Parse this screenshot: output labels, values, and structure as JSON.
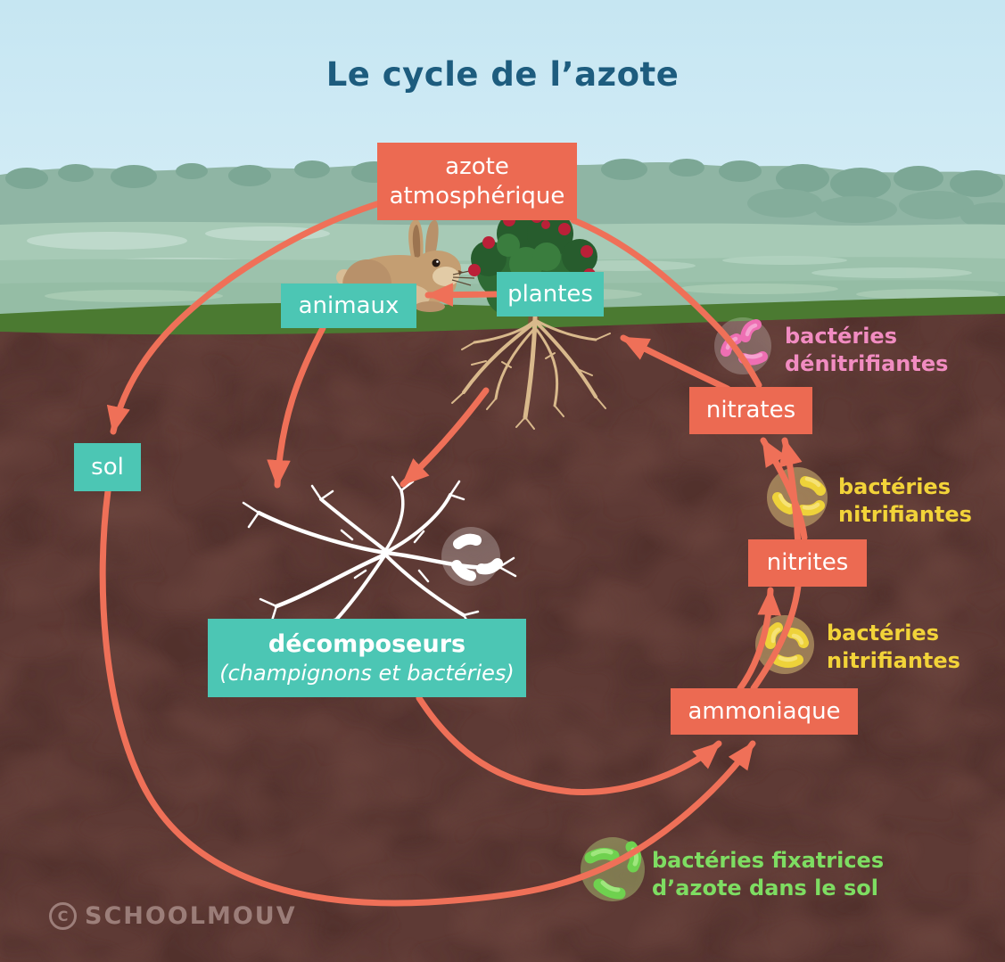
{
  "title": "Le cycle de l’azote",
  "boxes": {
    "azote": {
      "line1": "azote",
      "line2": "atmosphérique"
    },
    "animaux": {
      "label": "animaux"
    },
    "plantes": {
      "label": "plantes"
    },
    "sol": {
      "label": "sol"
    },
    "decomposeurs": {
      "line1": "décomposeurs",
      "line2": "(champignons et bactéries)"
    },
    "nitrates": {
      "label": "nitrates"
    },
    "nitrites": {
      "label": "nitrites"
    },
    "ammoniaque": {
      "label": "ammoniaque"
    }
  },
  "bacteria_labels": {
    "denitrifiantes": {
      "line1": "bactéries",
      "line2": "dénitrifiantes"
    },
    "nitrifiantes_haut": {
      "line1": "bactéries",
      "line2": "nitrifiantes"
    },
    "nitrifiantes_bas": {
      "line1": "bactéries",
      "line2": "nitrifiantes"
    },
    "fixatrices": {
      "line1": "bactéries fixatrices",
      "line2": "d’azote dans le sol"
    }
  },
  "edges": [
    {
      "from": "azote atmosphérique",
      "to": "sol"
    },
    {
      "from": "sol",
      "to": "ammoniaque",
      "via": "bactéries fixatrices d’azote dans le sol"
    },
    {
      "from": "plantes",
      "to": "animaux"
    },
    {
      "from": "animaux",
      "to": "décomposeurs"
    },
    {
      "from": "plantes",
      "to": "décomposeurs"
    },
    {
      "from": "décomposeurs",
      "to": "ammoniaque"
    },
    {
      "from": "ammoniaque",
      "to": "nitrites",
      "via": "bactéries nitrifiantes"
    },
    {
      "from": "ammoniaque",
      "to": "nitrates",
      "via": "bactéries nitrifiantes"
    },
    {
      "from": "nitrites",
      "to": "nitrates",
      "via": "bactéries nitrifiantes"
    },
    {
      "from": "nitrates",
      "to": "plantes"
    },
    {
      "from": "nitrates",
      "to": "azote atmosphérique",
      "via": "bactéries dénitrifiantes"
    }
  ],
  "colors": {
    "coral_box": "#ec6a52",
    "teal_box": "#4cc6b4",
    "arrow": "#ef7058",
    "title": "#1d5c7e",
    "pink_label": "#f18cc1",
    "yellow_label": "#f2d339",
    "green_label": "#7edd62",
    "soil": "#5e3a35",
    "grass": "#4b7a31",
    "sky": "#cbe9f4"
  },
  "watermark": {
    "symbol": "C",
    "text": "SCHOOLMOUV"
  }
}
